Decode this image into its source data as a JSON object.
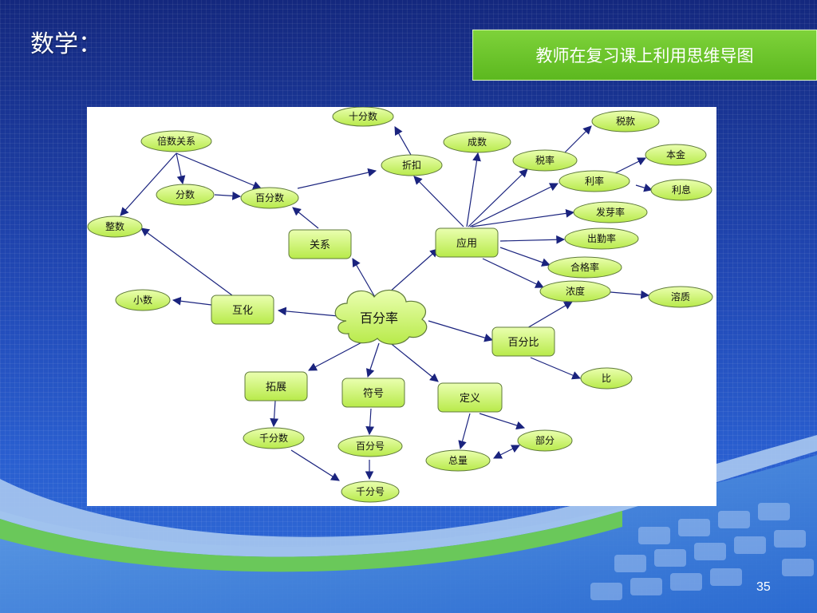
{
  "slide": {
    "title": "数学：",
    "header": "教师在复习课上利用思维导图",
    "page_number": "35"
  },
  "colors": {
    "node_fill_light": "#eaffb0",
    "node_fill_dark": "#b8ea4a",
    "node_stroke": "#5f7a3a",
    "edge": "#1a237e",
    "header_green": "#6cc52a"
  },
  "diagram": {
    "center": "百分率",
    "nodes": {
      "n_center": "百分率",
      "n_guanxi": "关系",
      "n_yingyong": "应用",
      "n_huhua": "互化",
      "n_baifenbi": "百分比",
      "n_tuozhan": "拓展",
      "n_fuhao": "符号",
      "n_dingyi": "定义",
      "n_qianfenshu": "千分数",
      "n_baifenhao": "百分号",
      "n_qianfenhao": "千分号",
      "n_zongliang": "总量",
      "n_bufen": "部分",
      "n_bi": "比",
      "n_xiaoshu": "小数",
      "n_zhengshu": "整数",
      "n_beishu": "倍数关系",
      "n_fenshu": "分数",
      "n_baifenshu": "百分数",
      "n_shifenshu": "十分数",
      "n_zhekou": "折扣",
      "n_chengshu": "成数",
      "n_shuilv": "税率",
      "n_shuikuan": "税款",
      "n_lilv": "利率",
      "n_benjin": "本金",
      "n_lixi": "利息",
      "n_faya": "发芽率",
      "n_chuqin": "出勤率",
      "n_hege": "合格率",
      "n_nongdu": "浓度",
      "n_rongzhi": "溶质"
    }
  }
}
